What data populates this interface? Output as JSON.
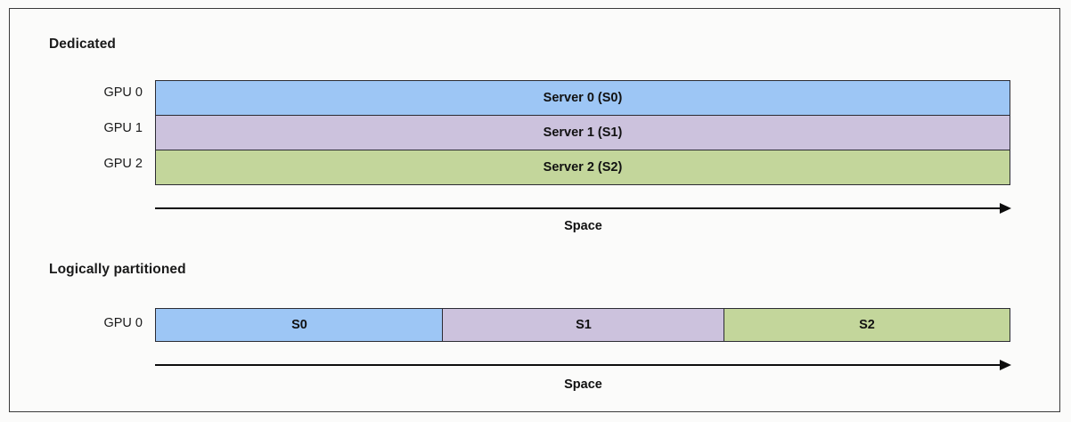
{
  "diagram": {
    "sections": [
      {
        "heading": "Dedicated",
        "rows": [
          {
            "label": "GPU 0",
            "segments": [
              {
                "text": "Server 0 (S0)",
                "color": "#9DC6F5"
              }
            ]
          },
          {
            "label": "GPU 1",
            "segments": [
              {
                "text": "Server 1 (S1)",
                "color": "#CCC2DD"
              }
            ]
          },
          {
            "label": "GPU 2",
            "segments": [
              {
                "text": "Server 2 (S2)",
                "color": "#C3D69B"
              }
            ]
          }
        ],
        "axis_caption": "Space"
      },
      {
        "heading": "Logically partitioned",
        "rows": [
          {
            "label": "GPU 0",
            "segments": [
              {
                "text": "S0",
                "color": "#9DC6F5"
              },
              {
                "text": "S1",
                "color": "#CCC2DD"
              },
              {
                "text": "S2",
                "color": "#C3D69B"
              }
            ]
          }
        ],
        "axis_caption": "Space"
      }
    ],
    "colors": {
      "server0": "#9DC6F5",
      "server1": "#CCC2DD",
      "server2": "#C3D69B",
      "outline": "#2b2b33",
      "frame": "#3a3a3a",
      "axis": "#0d0d0d",
      "background": "#fbfbfa"
    }
  }
}
